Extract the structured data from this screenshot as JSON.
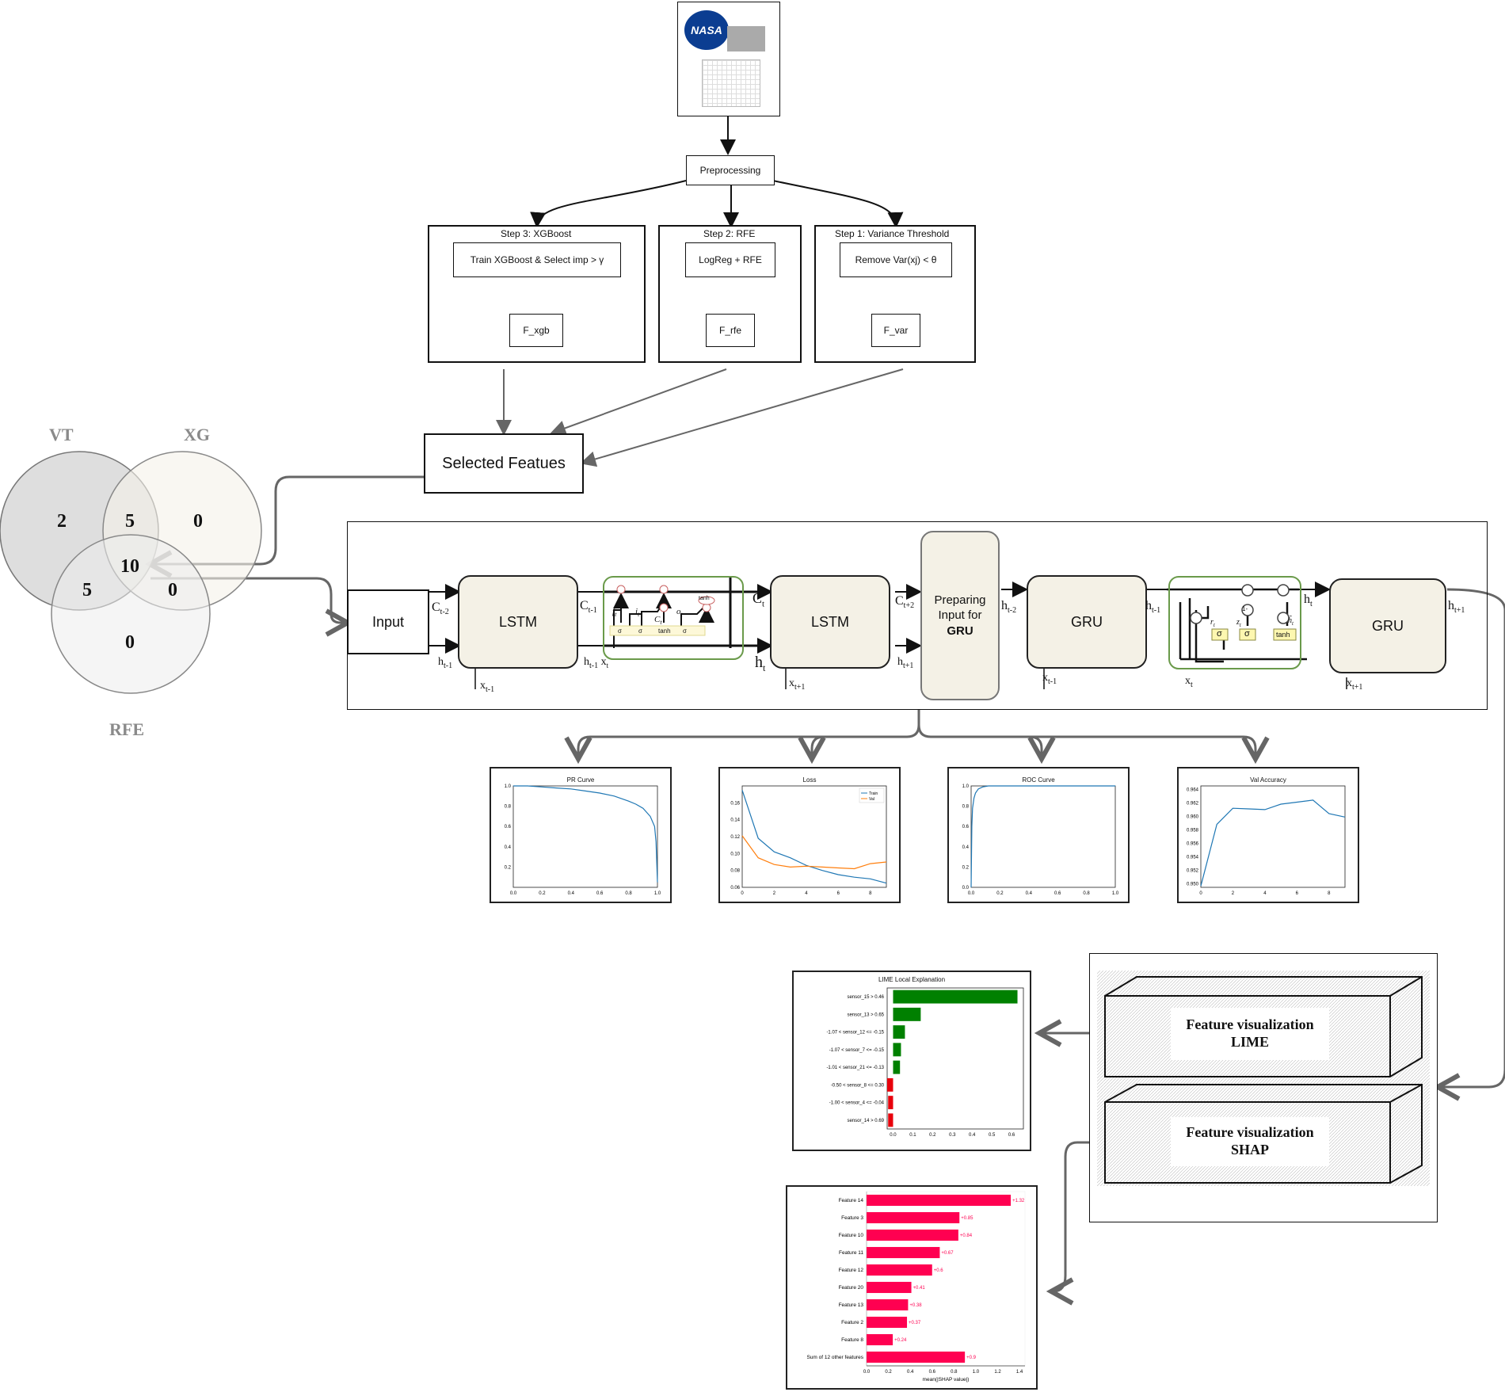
{
  "dataset_logo": "NASA",
  "preprocessing": "Preprocessing",
  "steps": [
    {
      "title": "Step 3: XGBoost",
      "action": "Train XGBoost & Select imp > γ",
      "output": "F_xgb"
    },
    {
      "title": "Step 2: RFE",
      "action": "LogReg + RFE",
      "output": "F_rfe"
    },
    {
      "title": "Step 1: Variance Threshold",
      "action": "Remove Var(xj) < θ",
      "output": "F_var"
    }
  ],
  "selected": "Selected Featues",
  "venn": {
    "labels": {
      "vt": "VT",
      "xg": "XG",
      "rfe": "RFE"
    },
    "counts": {
      "vt_only": "2",
      "vt_xg": "5",
      "xg_only": "0",
      "all": "10",
      "vt_rfe": "5",
      "xg_rfe": "0",
      "rfe_only": "0"
    }
  },
  "model": {
    "input": "Input",
    "lstm": "LSTM",
    "gru": "GRU",
    "prep_line1": "Preparing",
    "prep_line2": "Input for",
    "prep_line3": "GRU",
    "gate_sigma": "σ",
    "gate_tanh": "tanh",
    "gate_one_minus": "1-"
  },
  "charts": [
    {
      "title": "PR Curve",
      "type": "line",
      "xlim": [
        0,
        1.0
      ],
      "ylim": [
        0.0,
        1.0
      ],
      "xticks": [
        "0.0",
        "0.2",
        "0.4",
        "0.6",
        "0.8",
        "1.0"
      ],
      "yticks": [
        "0.2",
        "0.4",
        "0.6",
        "0.8",
        "1.0"
      ],
      "series": [
        {
          "name": "",
          "color": "#1f77b4",
          "x": [
            0.0,
            0.1,
            0.2,
            0.3,
            0.4,
            0.5,
            0.6,
            0.7,
            0.8,
            0.85,
            0.9,
            0.95,
            0.98,
            0.99,
            1.0
          ],
          "y": [
            1.0,
            1.0,
            0.99,
            0.98,
            0.97,
            0.95,
            0.93,
            0.9,
            0.85,
            0.82,
            0.78,
            0.7,
            0.6,
            0.45,
            0.05
          ]
        }
      ]
    },
    {
      "title": "Loss",
      "type": "line",
      "xlim": [
        0,
        9
      ],
      "ylim": [
        0.06,
        0.18
      ],
      "xticks": [
        "0",
        "2",
        "4",
        "6",
        "8"
      ],
      "yticks": [
        "0.06",
        "0.08",
        "0.10",
        "0.12",
        "0.14",
        "0.16"
      ],
      "legend": [
        "Train",
        "Val"
      ],
      "series": [
        {
          "name": "Train",
          "color": "#1f77b4",
          "x": [
            0,
            1,
            2,
            3,
            4,
            5,
            6,
            7,
            8,
            9
          ],
          "y": [
            0.175,
            0.118,
            0.102,
            0.095,
            0.086,
            0.08,
            0.075,
            0.072,
            0.07,
            0.065
          ]
        },
        {
          "name": "Val",
          "color": "#ff7f0e",
          "x": [
            0,
            1,
            2,
            3,
            4,
            5,
            6,
            7,
            8,
            9
          ],
          "y": [
            0.121,
            0.095,
            0.087,
            0.084,
            0.085,
            0.084,
            0.083,
            0.082,
            0.088,
            0.09
          ]
        }
      ]
    },
    {
      "title": "ROC Curve",
      "type": "line",
      "xlim": [
        0,
        1.0
      ],
      "ylim": [
        0.0,
        1.0
      ],
      "xticks": [
        "0.0",
        "0.2",
        "0.4",
        "0.6",
        "0.8",
        "1.0"
      ],
      "yticks": [
        "0.0",
        "0.2",
        "0.4",
        "0.6",
        "0.8",
        "1.0"
      ],
      "series": [
        {
          "name": "",
          "color": "#1f77b4",
          "x": [
            0.0,
            0.005,
            0.01,
            0.02,
            0.03,
            0.05,
            0.08,
            0.12,
            0.2,
            0.4,
            0.6,
            0.8,
            1.0
          ],
          "y": [
            0.0,
            0.6,
            0.78,
            0.88,
            0.93,
            0.97,
            0.99,
            1.0,
            1.0,
            1.0,
            1.0,
            1.0,
            1.0
          ]
        }
      ]
    },
    {
      "title": "Val Accuracy",
      "type": "line",
      "xlim": [
        0,
        9
      ],
      "ylim": [
        0.9495,
        0.9645
      ],
      "xticks": [
        "0",
        "2",
        "4",
        "6",
        "8"
      ],
      "yticks": [
        "0.950",
        "0.952",
        "0.954",
        "0.956",
        "0.958",
        "0.960",
        "0.962",
        "0.964"
      ],
      "series": [
        {
          "name": "",
          "color": "#1f77b4",
          "x": [
            0,
            1,
            2,
            3,
            4,
            5,
            6,
            7,
            8,
            9
          ],
          "y": [
            0.9497,
            0.9588,
            0.9612,
            0.9611,
            0.961,
            0.9618,
            0.9621,
            0.9624,
            0.9604,
            0.9599
          ]
        }
      ]
    }
  ],
  "xai": {
    "lime_line1": "Feature visualization",
    "lime_line2": "LIME",
    "shap_line1": "Feature visualization",
    "shap_line2": "SHAP"
  },
  "chart_data": [
    {
      "type": "bar",
      "title": "LIME Local Explanation",
      "orientation": "horizontal",
      "categories": [
        "sensor_15 > 0.46",
        "sensor_13 > 0.65",
        "-1.07 < sensor_12 <= -0.15",
        "-1.07 < sensor_7 <= -0.15",
        "-1.01 < sensor_21 <= -0.13",
        "-0.50 < sensor_8 <= 0.30",
        "-1.00 < sensor_4 <= -0.04",
        "sensor_14 > 0.69"
      ],
      "values": [
        0.63,
        0.14,
        0.06,
        0.04,
        0.035,
        -0.03,
        -0.025,
        -0.025
      ],
      "xlim": [
        -0.03,
        0.66
      ],
      "xticks": [
        "0.0",
        "0.1",
        "0.2",
        "0.3",
        "0.4",
        "0.5",
        "0.6"
      ],
      "colors": {
        "positive": "#008000",
        "negative": "#e8000b"
      }
    },
    {
      "type": "bar",
      "title": "",
      "orientation": "horizontal",
      "categories": [
        "Feature 14",
        "Feature 3",
        "Feature 10",
        "Feature 11",
        "Feature 12",
        "Feature 20",
        "Feature 13",
        "Feature 2",
        "Feature 8",
        "Sum of 12 other features"
      ],
      "values": [
        1.32,
        0.85,
        0.84,
        0.67,
        0.6,
        0.41,
        0.38,
        0.37,
        0.24,
        0.9
      ],
      "value_labels": [
        "+1.32",
        "+0.85",
        "+0.84",
        "+0.67",
        "+0.6",
        "+0.41",
        "+0.38",
        "+0.37",
        "+0.24",
        "+0.9"
      ],
      "xlabel": "mean(|SHAP value|)",
      "xlim": [
        0,
        1.45
      ],
      "xticks": [
        "0.0",
        "0.2",
        "0.4",
        "0.6",
        "0.8",
        "1.0",
        "1.2",
        "1.4"
      ],
      "color": "#ff0051"
    }
  ]
}
